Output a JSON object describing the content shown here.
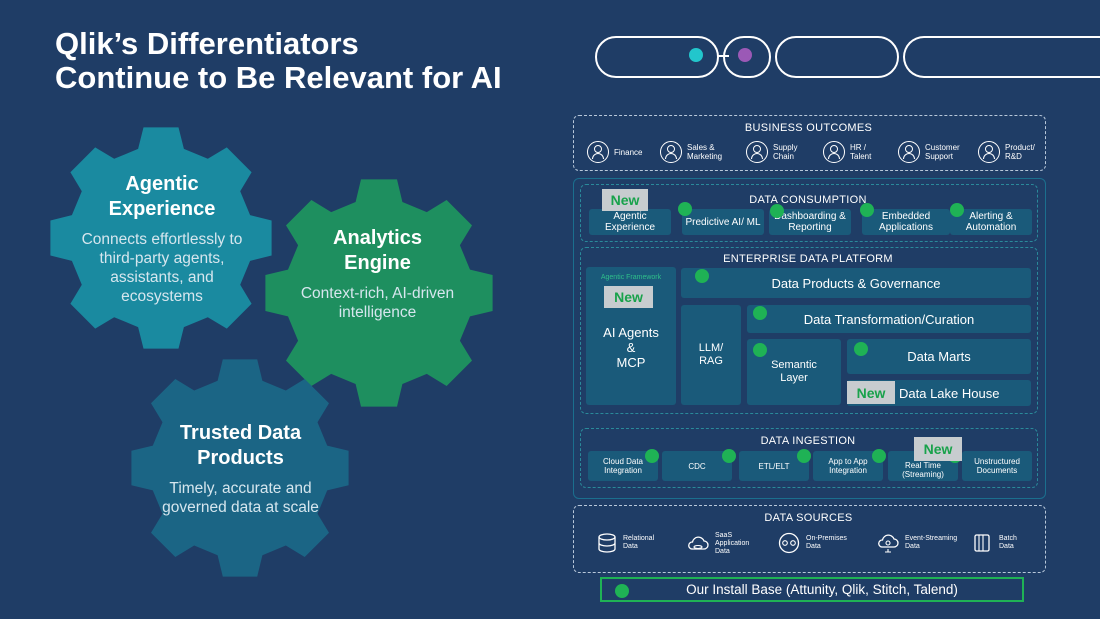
{
  "slide": {
    "title_line1": "Qlik’s Differentiators",
    "title_line2": "Continue to Be Relevant for AI"
  },
  "gears": [
    {
      "title_line1": "Agentic",
      "title_line2": "Experience",
      "description": "Connects effortlessly to third-party agents, assistants, and ecosystems",
      "color": "#1a8aa0"
    },
    {
      "title_line1": "Analytics",
      "title_line2": "Engine",
      "description": "Context-rich, AI-driven intelligence",
      "color": "#1e8f5f"
    },
    {
      "title_line1": "Trusted Data",
      "title_line2": "Products",
      "description": "Timely, accurate and governed data at scale",
      "color": "#1b6585"
    }
  ],
  "diagram": {
    "new_label": "New",
    "business_outcomes": {
      "title": "BUSINESS  OUTCOMES",
      "items": [
        {
          "label": "Finance"
        },
        {
          "label": "Sales & Marketing"
        },
        {
          "label": "Supply Chain"
        },
        {
          "label": "HR / Talent"
        },
        {
          "label": "Customer Support"
        },
        {
          "label": "Product/ R&D"
        }
      ]
    },
    "data_consumption": {
      "title": "DATA CONSUMPTION",
      "items": [
        {
          "label": "Agentic Experience"
        },
        {
          "label": "Predictive AI/ ML"
        },
        {
          "label": "Dashboarding & Reporting"
        },
        {
          "label": "Embedded Applications"
        },
        {
          "label": "Alerting & Automation"
        }
      ]
    },
    "enterprise_platform": {
      "title": "ENTERPRISE DATA PLATFORM",
      "agentic_framework_label": "Agentic Framework",
      "ai_agents_line1": "AI Agents",
      "ai_agents_line2": "&",
      "ai_agents_line3": "MCP",
      "llm_rag": "LLM/ RAG",
      "data_products": "Data Products & Governance",
      "data_transformation": "Data Transformation/Curation",
      "semantic_layer": "Semantic Layer",
      "data_marts": "Data Marts",
      "data_lake_house": "Data Lake House"
    },
    "data_ingestion": {
      "title": "DATA INGESTION",
      "items": [
        {
          "label": "Cloud Data Integration"
        },
        {
          "label": "CDC"
        },
        {
          "label": "ETL/ELT"
        },
        {
          "label": "App to App Integration"
        },
        {
          "label": "Real Time (Streaming)"
        },
        {
          "label": "Unstructured Documents"
        }
      ]
    },
    "data_sources": {
      "title": "DATA SOURCES",
      "items": [
        {
          "label": "Relational Data",
          "icon": "database-icon"
        },
        {
          "label": "SaaS Application Data",
          "icon": "cloud-database-icon"
        },
        {
          "label": "On-Premises Data",
          "icon": "server-icon"
        },
        {
          "label": "Event-Streaming Data",
          "icon": "cloud-stream-icon"
        },
        {
          "label": "Batch Data",
          "icon": "batch-icon"
        }
      ]
    },
    "install_base": "Our Install Base (Attunity, Qlik, Stitch, Talend)",
    "colors": {
      "accent_green": "#1fb255",
      "tile": "#1a5a7a",
      "background": "#1f3d66"
    }
  }
}
